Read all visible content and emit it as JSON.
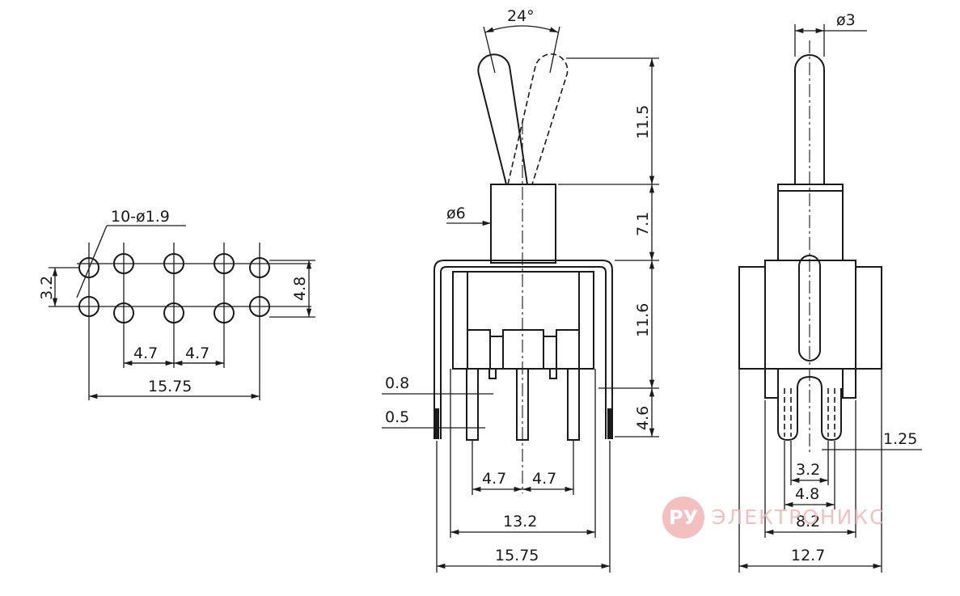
{
  "pcb_layout": {
    "hole_spec": "10-ø1.9",
    "dim_row_spacing": "3.2",
    "dim_row_spacing_outer": "4.8",
    "dim_pitch_1": "4.7",
    "dim_pitch_2": "4.7",
    "dim_total_width": "15.75"
  },
  "front_view": {
    "toggle_angle": "24°",
    "bushing_diameter": "ø6",
    "dim_lever_height": "11.5",
    "dim_bushing_height": "7.1",
    "dim_body_height": "11.6",
    "dim_pin_length": "4.6",
    "dim_bracket_thickness": "0.8",
    "dim_pin_thickness": "0.5",
    "dim_pitch_1": "4.7",
    "dim_pitch_2": "4.7",
    "dim_inner_width": "13.2",
    "dim_total_width": "15.75"
  },
  "side_view": {
    "lever_diameter": "ø3",
    "dim_pin_width": "1.25",
    "dim_inner_pins": "3.2",
    "dim_outer_pins": "4.8",
    "dim_pin_span": "8.2",
    "dim_total_width": "12.7"
  },
  "watermark": {
    "logo_text": "РУ",
    "brand_text": "ЭЛЕКТРОНИКС",
    "color": "#f2b4b4"
  }
}
